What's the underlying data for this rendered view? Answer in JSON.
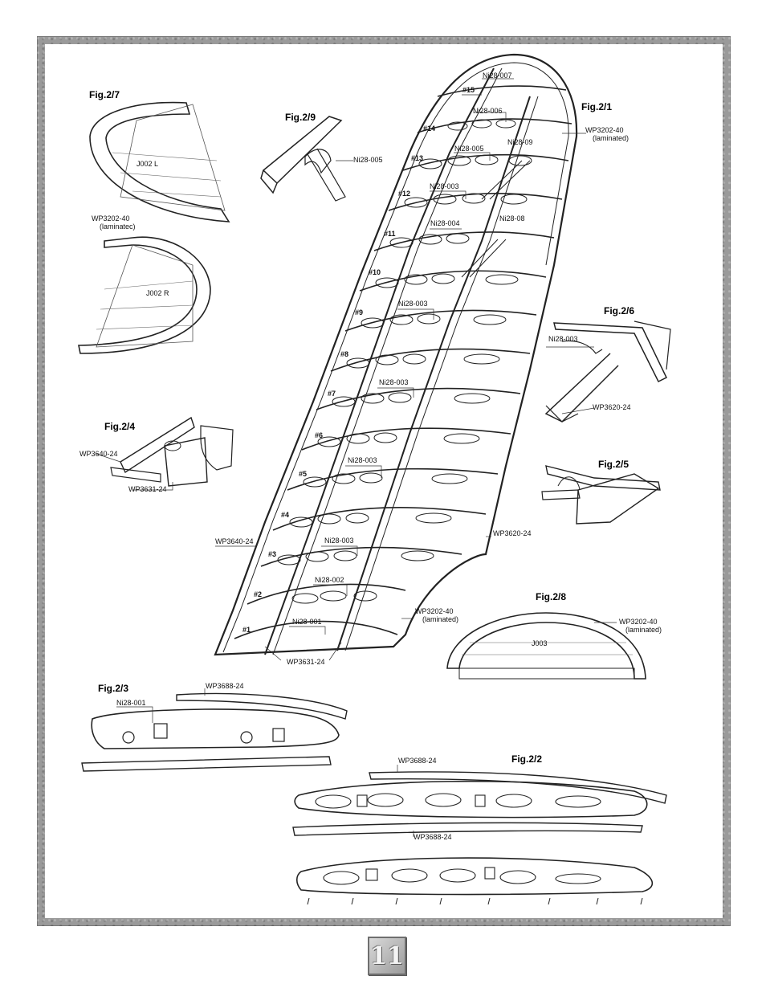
{
  "figures": {
    "fig_2_1": "Fig.2/1",
    "fig_2_2": "Fig.2/2",
    "fig_2_3": "Fig.2/3",
    "fig_2_4": "Fig.2/4",
    "fig_2_5": "Fig.2/5",
    "fig_2_6": "Fig.2/6",
    "fig_2_7": "Fig.2/7",
    "fig_2_8": "Fig.2/8",
    "fig_2_9": "Fig.2/9"
  },
  "ribs": [
    "#1",
    "#2",
    "#3",
    "#4",
    "#5",
    "#6",
    "#7",
    "#8",
    "#9",
    "#10",
    "#11",
    "#12",
    "#13",
    "#14",
    "#15"
  ],
  "wing_labels": {
    "ni28_007": "Ni28-007",
    "ni28_006": "Ni28-006",
    "ni28_005": "Ni28-005",
    "ni28_09": "Ni28-09",
    "ni28_003_a": "Ni28-003",
    "ni28_004": "Ni28-004",
    "ni28_08": "Ni28-08",
    "ni28_003_b": "Ni28-003",
    "ni28_003_c": "Ni28-003",
    "ni28_003_d": "Ni28-003",
    "ni28_003_e": "Ni28-003",
    "ni28_002": "Ni28-002",
    "ni28_001": "Ni28-001",
    "wp3202_40_top": "WP3202-40",
    "laminated_top": "(laminated)",
    "wp3640_24": "WP3640-24",
    "wp3620_24": "WP3620-24",
    "wp3202_40_bottom": "WP3202-40",
    "laminated_bottom": "(laminated)",
    "wp3631_24": "WP3631-24"
  },
  "fig27_labels": {
    "j002_l": "J002 L",
    "wp3202_40": "WP3202-40",
    "laminated": "(laminatec)",
    "j002_r": "J002 R"
  },
  "fig29_labels": {
    "ni28_005": "Ni28-005"
  },
  "fig26_labels": {
    "ni28_003": "Ni28-003",
    "wp3620_24": "WP3620-24"
  },
  "fig24_labels": {
    "wp3640_24": "WP3640-24",
    "wp3631_24": "WP3631-24"
  },
  "fig28_labels": {
    "wp3202_40": "WP3202-40",
    "laminated": "(laminated)",
    "j003": "J003"
  },
  "fig23_labels": {
    "wp3688_24": "WP3688-24",
    "ni28_001": "Ni28-001"
  },
  "fig22_labels": {
    "wp3688_24_top": "WP3688-24",
    "wp3688_24_mid": "WP3688-24"
  },
  "page_number": "11"
}
